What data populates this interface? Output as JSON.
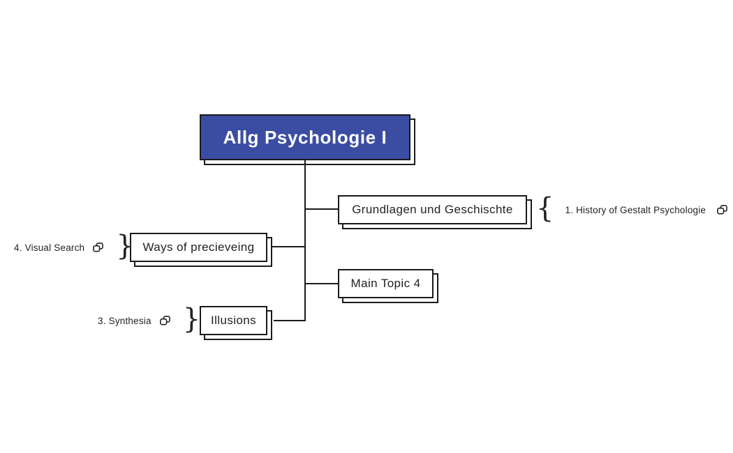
{
  "colors": {
    "background": "#ffffff",
    "line": "#1a1a1a",
    "node_border": "#1a1a1a",
    "node_fill": "#ffffff",
    "root_fill": "#3b4da3",
    "root_text": "#ffffff",
    "text": "#1f1f1f"
  },
  "mindmap": {
    "root": {
      "label": "Allg Psychologie I"
    },
    "nodes": [
      {
        "label": "Grundlagen und Geschischte"
      },
      {
        "label": "Ways of precieveing"
      },
      {
        "label": "Main Topic 4"
      },
      {
        "label": "Illusions"
      }
    ],
    "attachments": [
      {
        "side": "right",
        "brace": "{",
        "label": "1. History of Gestalt Psychologie",
        "icon": "copy-icon"
      },
      {
        "side": "left",
        "brace": "}",
        "label": "4. Visual Search",
        "icon": "copy-icon"
      },
      {
        "side": "left",
        "brace": "}",
        "label": "3. Synthesia",
        "icon": "copy-icon"
      }
    ]
  }
}
